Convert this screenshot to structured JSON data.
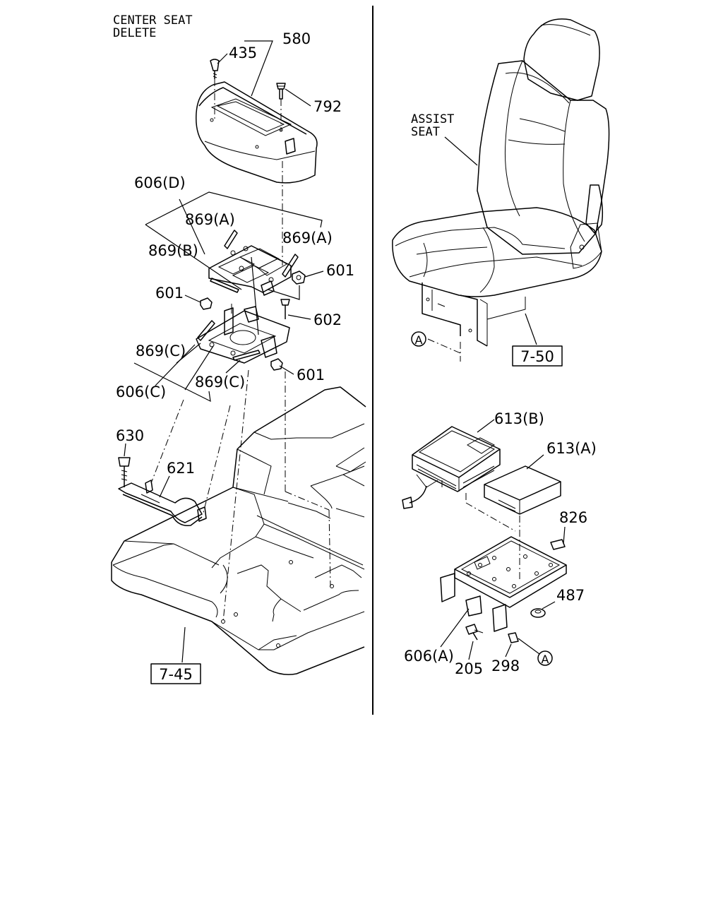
{
  "left_panel": {
    "heading_line1": "CENTER SEAT",
    "heading_line2": "DELETE",
    "callouts": {
      "p580": "580",
      "p435": "435",
      "p792": "792",
      "p606d": "606(D)",
      "p869a_1": "869(A)",
      "p869a_2": "869(A)",
      "p869b": "869(B)",
      "p601_1": "601",
      "p601_2": "601",
      "p601_3": "601",
      "p602": "602",
      "p869c_1": "869(C)",
      "p869c_2": "869(C)",
      "p606c": "606(C)",
      "p630": "630",
      "p621": "621"
    },
    "ref_box": "7-45"
  },
  "right_panel": {
    "heading_line1": "ASSIST",
    "heading_line2": "SEAT",
    "ref_box": "7-50",
    "circle_ref_top": "A",
    "callouts": {
      "p613b": "613(B)",
      "p613a": "613(A)",
      "p826": "826",
      "p487": "487",
      "p606a": "606(A)",
      "p205": "205",
      "p298": "298"
    },
    "circle_ref_bottom": "A"
  }
}
